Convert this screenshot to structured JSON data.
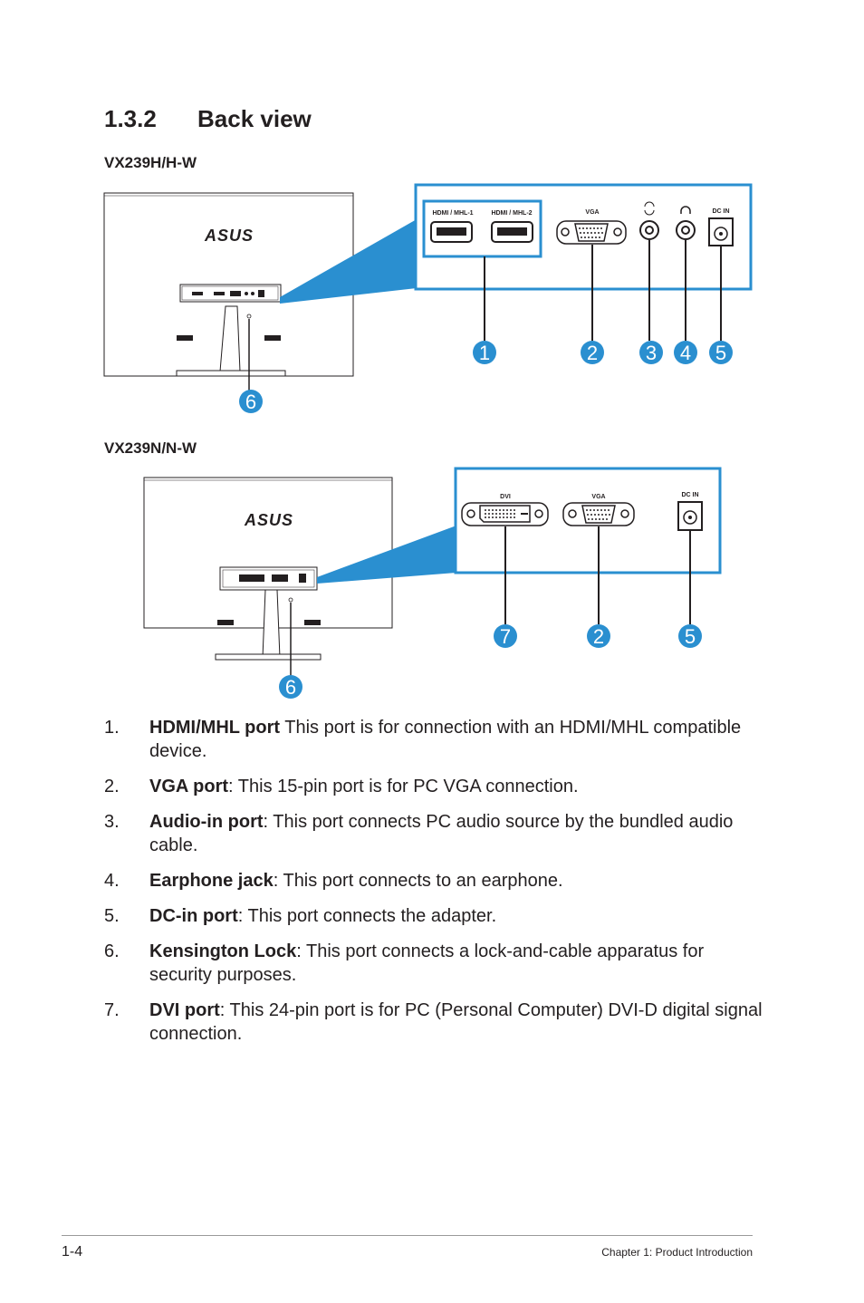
{
  "section": {
    "number": "1.3.2",
    "title": "Back view"
  },
  "models": [
    {
      "name": "VX239H/H-W",
      "logo": "ASUS",
      "port_labels": [
        "HDMI / MHL-1",
        "HDMI / MHL-2",
        "VGA",
        "DC IN"
      ],
      "callouts": [
        "1",
        "2",
        "3",
        "4",
        "5",
        "6"
      ]
    },
    {
      "name": "VX239N/N-W",
      "logo": "ASUS",
      "port_labels": [
        "DVI",
        "VGA",
        "DC IN"
      ],
      "callouts": [
        "7",
        "2",
        "5",
        "6"
      ]
    }
  ],
  "items": [
    {
      "num": "1.",
      "term": "HDMI/MHL port",
      "text": " This port is for connection with an HDMI/MHL compatible device."
    },
    {
      "num": "2.",
      "term": "VGA port",
      "text": ": This 15-pin port is for PC VGA connection."
    },
    {
      "num": "3.",
      "term": "Audio-in port",
      "text": ": This port connects PC audio source by the bundled audio cable."
    },
    {
      "num": "4.",
      "term": "Earphone jack",
      "text": ": This port connects to an earphone."
    },
    {
      "num": "5.",
      "term": "DC-in port",
      "text": ": This port connects the adapter."
    },
    {
      "num": "6.",
      "term": "Kensington Lock",
      "text": ": This port connects a lock-and-cable apparatus for security purposes."
    },
    {
      "num": "7.",
      "term": "DVI port",
      "text": ": This 24-pin port is for PC (Personal Computer) DVI-D digital signal connection."
    }
  ],
  "footer": {
    "page": "1-4",
    "chapter": "Chapter 1: Product Introduction"
  },
  "colors": {
    "callout": "#2a8fd0",
    "wedge": "#2a8fd0",
    "box_border": "#2a8fd0"
  },
  "icons": [
    "audio-in-icon",
    "headphone-icon",
    "kensington-lock-icon"
  ]
}
